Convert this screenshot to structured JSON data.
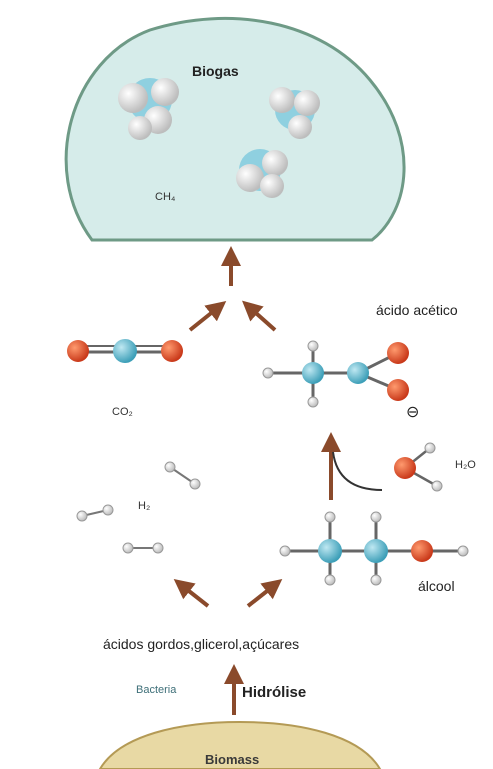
{
  "biogas": {
    "title": "Biogas",
    "formula": "CH₄"
  },
  "acetic": {
    "label": "ácido acético",
    "charge": "⊖"
  },
  "co2": {
    "label": "CO₂"
  },
  "h2": {
    "label": "H₂"
  },
  "water": {
    "label": "H₂O"
  },
  "alcohol": {
    "label": "álcool"
  },
  "intermediates": {
    "label": "ácidos gordos,glicerol,açúcares"
  },
  "hydrolysis": {
    "bacteria": "Bacteria",
    "label": "Hidrólise"
  },
  "biomass": {
    "label": "Biomass"
  },
  "colors": {
    "bubble_fill": "#d6ecea",
    "bubble_stroke": "#6e9a86",
    "biomass_fill": "#e8d9a4",
    "arrow": "#8a4a2b",
    "carbon": "#5cb7cf",
    "oxygen": "#e2522a",
    "hydrogen": "#efefef",
    "methane_body": "#8fd0e0"
  }
}
